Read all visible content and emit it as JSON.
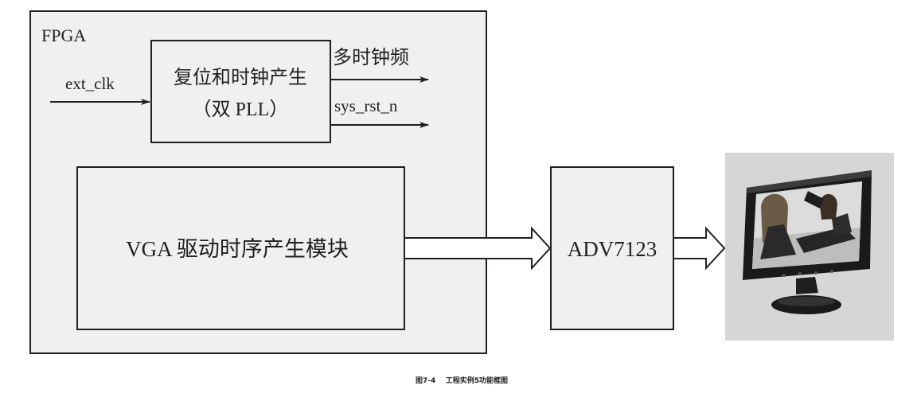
{
  "diagram": {
    "fpga_label": "FPGA",
    "clock_block": {
      "line1": "复位和时钟产生",
      "line2": "（双 PLL）"
    },
    "signals": {
      "ext_clk": "ext_clk",
      "multi_clock": "多时钟频",
      "sys_rst_n": "sys_rst_n"
    },
    "vga_block": "VGA 驱动时序产生模块",
    "dac_block": "ADV7123",
    "monitor": "monitor-image"
  },
  "caption": "图7-4    工程实例5功能框图",
  "colors": {
    "block_fill": "#f0f0f0",
    "stroke": "#231f20",
    "monitor_bg": "#d6d6d6"
  }
}
